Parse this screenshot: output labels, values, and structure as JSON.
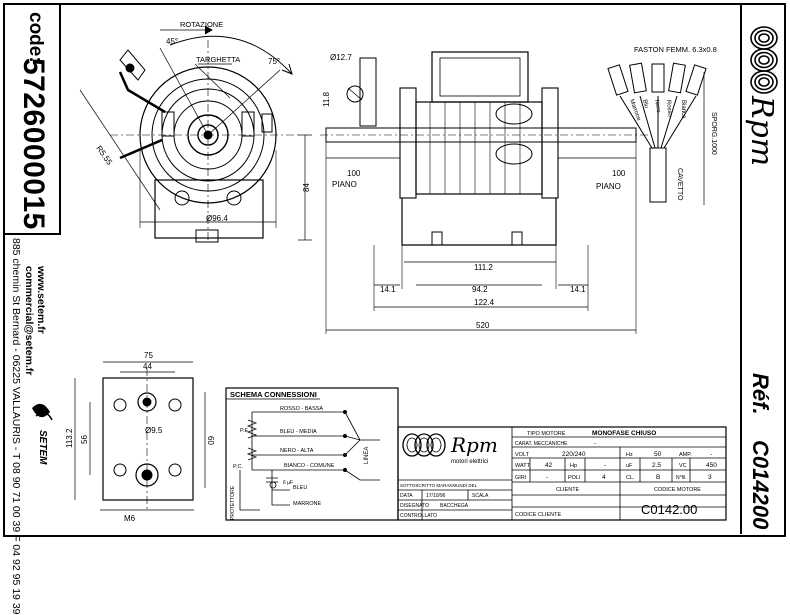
{
  "left_panel": {
    "code_label": "code:",
    "code_number": "5726000015",
    "website": "www.setem.fr",
    "email": "commercial@setem.fr",
    "address": "885 chemin St Bernard - 06225 VALLAURIS - T 08 90 71 00 39  F 04 92 95 19 39",
    "logo_text": "SETEM"
  },
  "right_panel": {
    "brand": "Rpm",
    "ref_label": "Réf.",
    "ref_value": "C014200"
  },
  "front_view": {
    "rotation_label": "ROTAZIONE",
    "nameplate_label": "TARGHETTA",
    "angle_45": "45°",
    "angle_75": "75°",
    "dim_r85": "R5.55",
    "dim_84": "84",
    "dim_d96": "Ø96.4"
  },
  "side_view": {
    "dim_d12": "Ø12.7",
    "dim_118": "11.8",
    "dim_100_left": "100",
    "dim_100_right": "100",
    "piano_left": "PIANO",
    "piano_right": "PIANO",
    "dim_1112": "111.2",
    "dim_141_left": "14.1",
    "dim_942": "94.2",
    "dim_141_right": "14.1",
    "dim_1224": "122.4",
    "dim_520": "520"
  },
  "cable": {
    "faston_label": "FASTON FEMM. 6.3x0.8",
    "wires": [
      "Marrone",
      "Blu",
      "Nero",
      "Rosso",
      "Bianco"
    ],
    "cavetto_label": "CAVETTO",
    "sporg_label": "SPORG.1000"
  },
  "bottom_view": {
    "dim_75": "75",
    "dim_44": "44",
    "dim_1132": "113.2",
    "dim_56": "56",
    "dim_60": "60",
    "dim_d95": "Ø9.5",
    "dim_m6": "M6"
  },
  "schema": {
    "title": "SCHEMA CONNESSIONI",
    "labels": [
      "ROSSO - BASSA",
      "BLEU - MEDIA",
      "NERO - ALTA",
      "BIANCO - COMUNE",
      "BLEU",
      "MARRONE"
    ],
    "pe": "P.E.",
    "pc": "P.C.",
    "linea": "LINEA",
    "protettore": "PROTETTORE",
    "cap": "6 µF"
  },
  "title_block": {
    "brand": "Rpm",
    "brand_sub": "motori elettrici",
    "tipo_motore_label": "TIPO MOTORE",
    "tipo_motore_value": "MONOFASE CHIUSO",
    "carat_label": "CARAT. MECCANICHE",
    "carat_value": "-",
    "volt_label": "VOLT",
    "volt_value": "220/240",
    "hz_label": "Hz",
    "hz_value": "50",
    "amp_label": "AMP.",
    "amp_value": "-",
    "watt_label": "WATT",
    "watt_value": "42",
    "hp_label": "Hp",
    "hp_value": "-",
    "uf_label": "uF",
    "uf_value": "2.5",
    "vc_label": "VC",
    "vc_value": "450",
    "giri_label": "GIRI",
    "giri_value": "-",
    "poli_label": "POLI",
    "poli_value": "4",
    "cl_label": "CL.",
    "cl_value": "B",
    "nfil_label": "N°fil.",
    "nfil_value": "3",
    "cliente_label": "CLIENTE",
    "codice_label": "CODICE MOTORE",
    "codice_value": "C0142.00",
    "codice_cliente_label": "CODICE CLIENTE",
    "responsabile": "SOTTOSCRITTO MARAKMUNDI DEL",
    "data_label": "DATA",
    "data_value": "17/10/96",
    "scala_label": "SCALA",
    "disegnato_label": "DISEGNATO",
    "disegnato_value": "BACCHEGA",
    "controllato_label": "CONTROLLATO"
  }
}
